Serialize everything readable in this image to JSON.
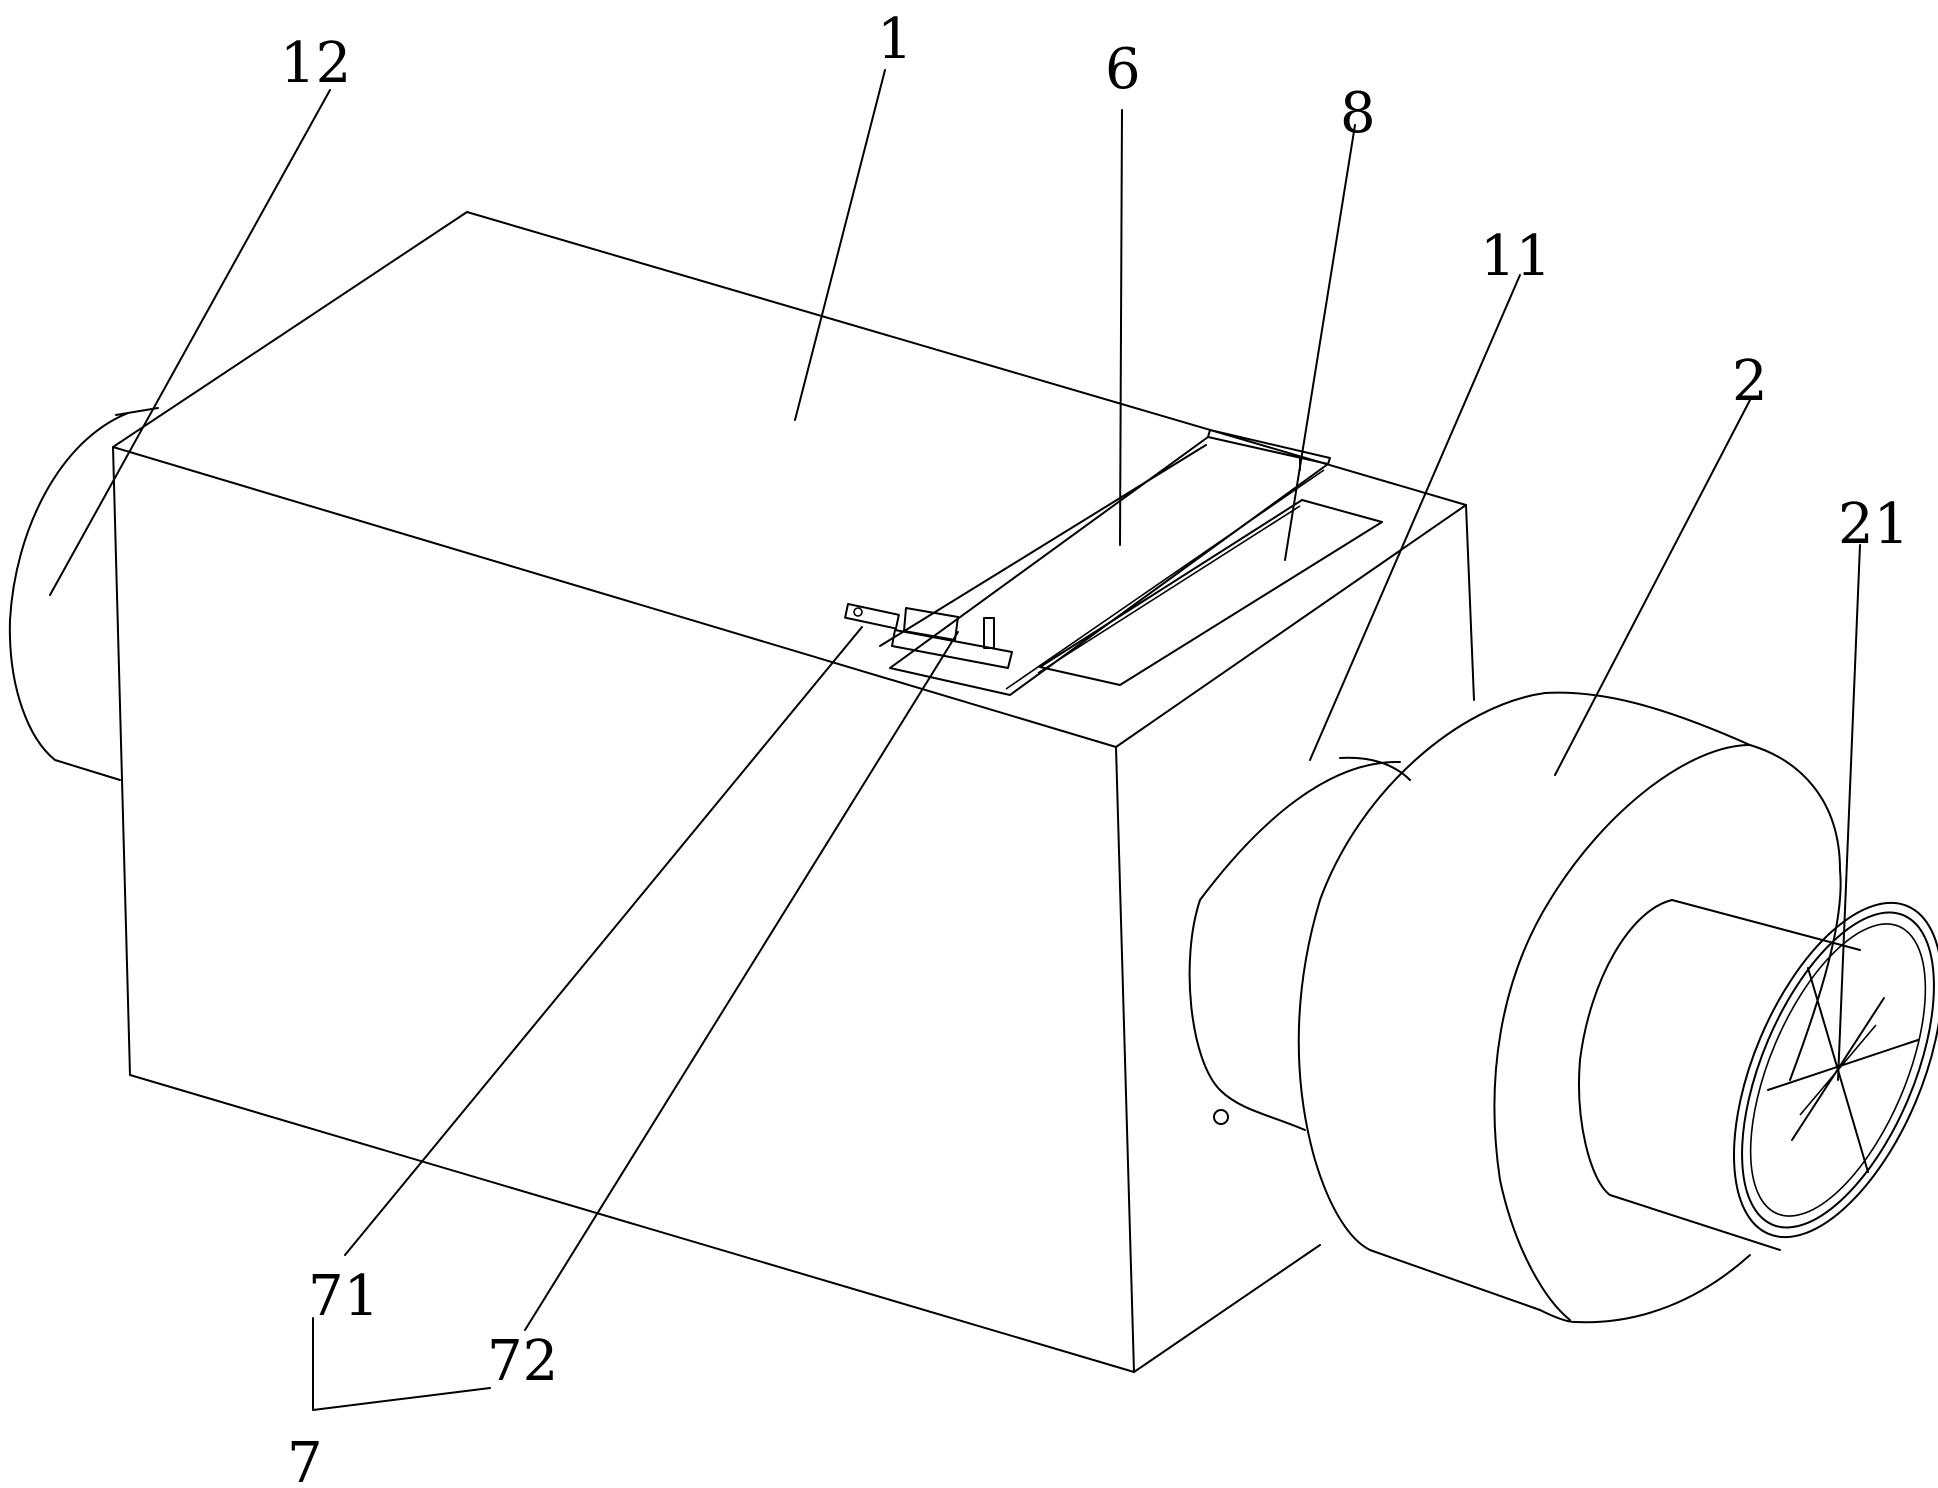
{
  "figure": {
    "labels": {
      "l1": "1",
      "l2": "2",
      "l6": "6",
      "l7": "7",
      "l8": "8",
      "l11": "11",
      "l12": "12",
      "l21": "21",
      "l71": "71",
      "l72": "72"
    },
    "colors": {
      "line": "#000000",
      "background": "#ffffff"
    }
  }
}
